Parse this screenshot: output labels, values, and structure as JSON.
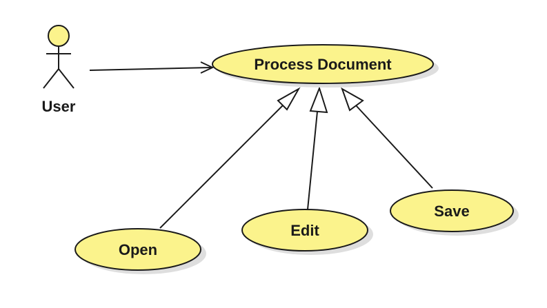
{
  "colors": {
    "usecase_fill": "#fbf38c",
    "stroke": "#1a1a1a",
    "shadow": "#dedede",
    "background": "#ffffff"
  },
  "actor": {
    "label": "User",
    "icon": "stick-figure-actor-icon"
  },
  "use_cases": {
    "main": "Process Document",
    "open": "Open",
    "edit": "Edit",
    "save": "Save"
  },
  "relationships": [
    {
      "type": "association",
      "from": "User",
      "to": "Process Document"
    },
    {
      "type": "generalization",
      "from": "Open",
      "to": "Process Document"
    },
    {
      "type": "generalization",
      "from": "Edit",
      "to": "Process Document"
    },
    {
      "type": "generalization",
      "from": "Save",
      "to": "Process Document"
    }
  ]
}
